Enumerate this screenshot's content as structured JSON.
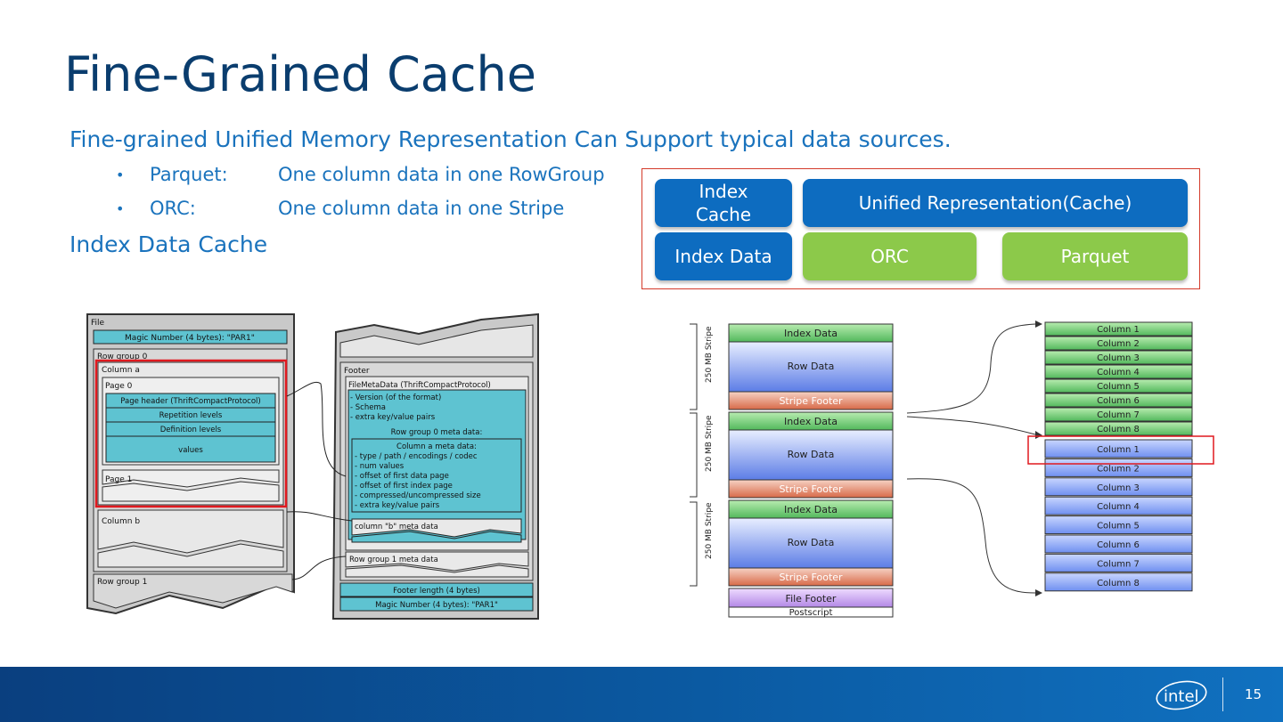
{
  "slide": {
    "title": "Fine-Grained Cache",
    "subtitle": "Fine-grained Unified Memory Representation Can Support typical data sources.",
    "bullets": [
      {
        "key": "Parquet:",
        "value": "One column data in one RowGroup"
      },
      {
        "key": "ORC:",
        "value": "One column data in one Stripe"
      }
    ],
    "index_heading": "Index Data Cache",
    "page_number": "15",
    "bullet_glyph": "•"
  },
  "representation": {
    "index_cache": "Index\nCache",
    "unified": "Unified Representation(Cache)",
    "index_data": "Index Data",
    "orc": "ORC",
    "parquet": "Parquet",
    "colors": {
      "blue": "#0d6cc0",
      "green": "#8cc94a",
      "frame": "#d43a2a"
    }
  },
  "parquet_diagram": {
    "file": "File",
    "magic": "Magic Number (4 bytes): \"PAR1\"",
    "row_group_0": "Row group 0",
    "column_a": "Column a",
    "page_0": "Page 0",
    "page_header": "Page header (ThriftCompactProtocol)",
    "repetition": "Repetition levels",
    "definition": "Definition levels",
    "values": "values",
    "page_1": "Page 1",
    "column_b": "Column b",
    "row_group_1": "Row group 1",
    "footer": "Footer",
    "file_meta": "FileMetaData (ThriftCompactProtocol)",
    "meta_lines": [
      "- Version (of the format)",
      "- Schema",
      "- extra key/value pairs"
    ],
    "rg0_meta": "Row group 0 meta data:",
    "col_a_meta": "Column a meta data:",
    "col_a_lines": [
      "- type / path / encodings / codec",
      "- num values",
      "- offset of first data page",
      "- offset of first index page",
      "- compressed/uncompressed size",
      "- extra key/value pairs"
    ],
    "col_b_meta": "column \"b\" meta data",
    "rg1_meta": "Row group 1 meta data",
    "footer_length": "Footer length (4 bytes)",
    "magic_end": "Magic Number (4 bytes): \"PAR1\""
  },
  "orc_diagram": {
    "stripe_size": "250 MB Stripe",
    "index_data": "Index Data",
    "row_data": "Row Data",
    "stripe_footer": "Stripe Footer",
    "file_footer": "File Footer",
    "postscript": "Postscript",
    "columns": [
      "Column 1",
      "Column 2",
      "Column 3",
      "Column 4",
      "Column 5",
      "Column 6",
      "Column 7",
      "Column 8"
    ]
  }
}
